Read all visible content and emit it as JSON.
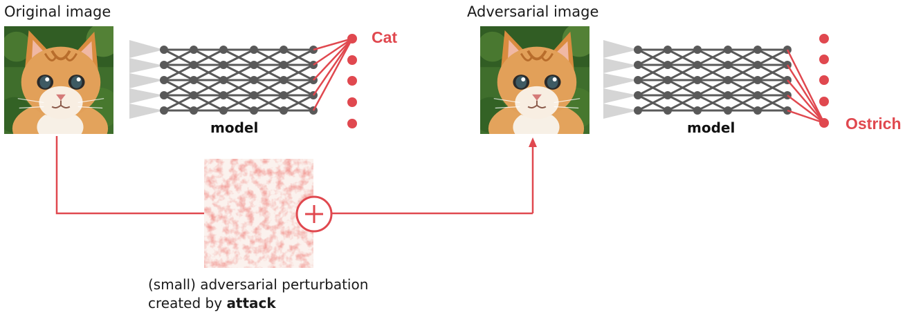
{
  "labels": {
    "original_title": "Original image",
    "adversarial_title": "Adversarial image",
    "model_label": "model",
    "original_prediction": "Cat",
    "adversarial_prediction": "Ostrich",
    "perturbation_line1": "(small) adversarial perturbation",
    "perturbation_line2_prefix": "created by ",
    "perturbation_line2_bold": "attack"
  },
  "colors": {
    "accent_red": "#e0484f",
    "node_gray": "#595959",
    "text": "#1a1a1a"
  },
  "icons": {
    "combine": "plus-circle-icon",
    "flow": "arrow-up-icon"
  }
}
